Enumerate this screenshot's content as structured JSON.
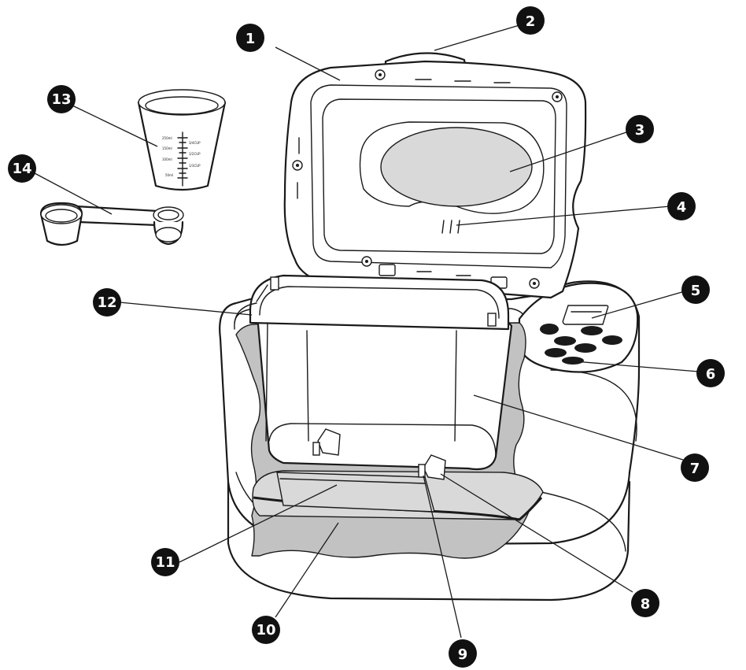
{
  "diagram": {
    "callouts": [
      {
        "number": "1"
      },
      {
        "number": "2"
      },
      {
        "number": "3"
      },
      {
        "number": "4"
      },
      {
        "number": "5"
      },
      {
        "number": "6"
      },
      {
        "number": "7"
      },
      {
        "number": "8"
      },
      {
        "number": "9"
      },
      {
        "number": "10"
      },
      {
        "number": "11"
      },
      {
        "number": "12"
      },
      {
        "number": "13"
      },
      {
        "number": "14"
      }
    ],
    "measuring_cup": {
      "ml_marks": [
        "250ml",
        "150ml",
        "100ml",
        "50ml"
      ],
      "cup_marks": [
        "3/4CUP",
        "1/2CUP",
        "1/3CUP"
      ]
    }
  },
  "colors": {
    "outline": "#1a1a1a",
    "cutaway_gray": "#c2c2c2",
    "badge": "#111111"
  }
}
